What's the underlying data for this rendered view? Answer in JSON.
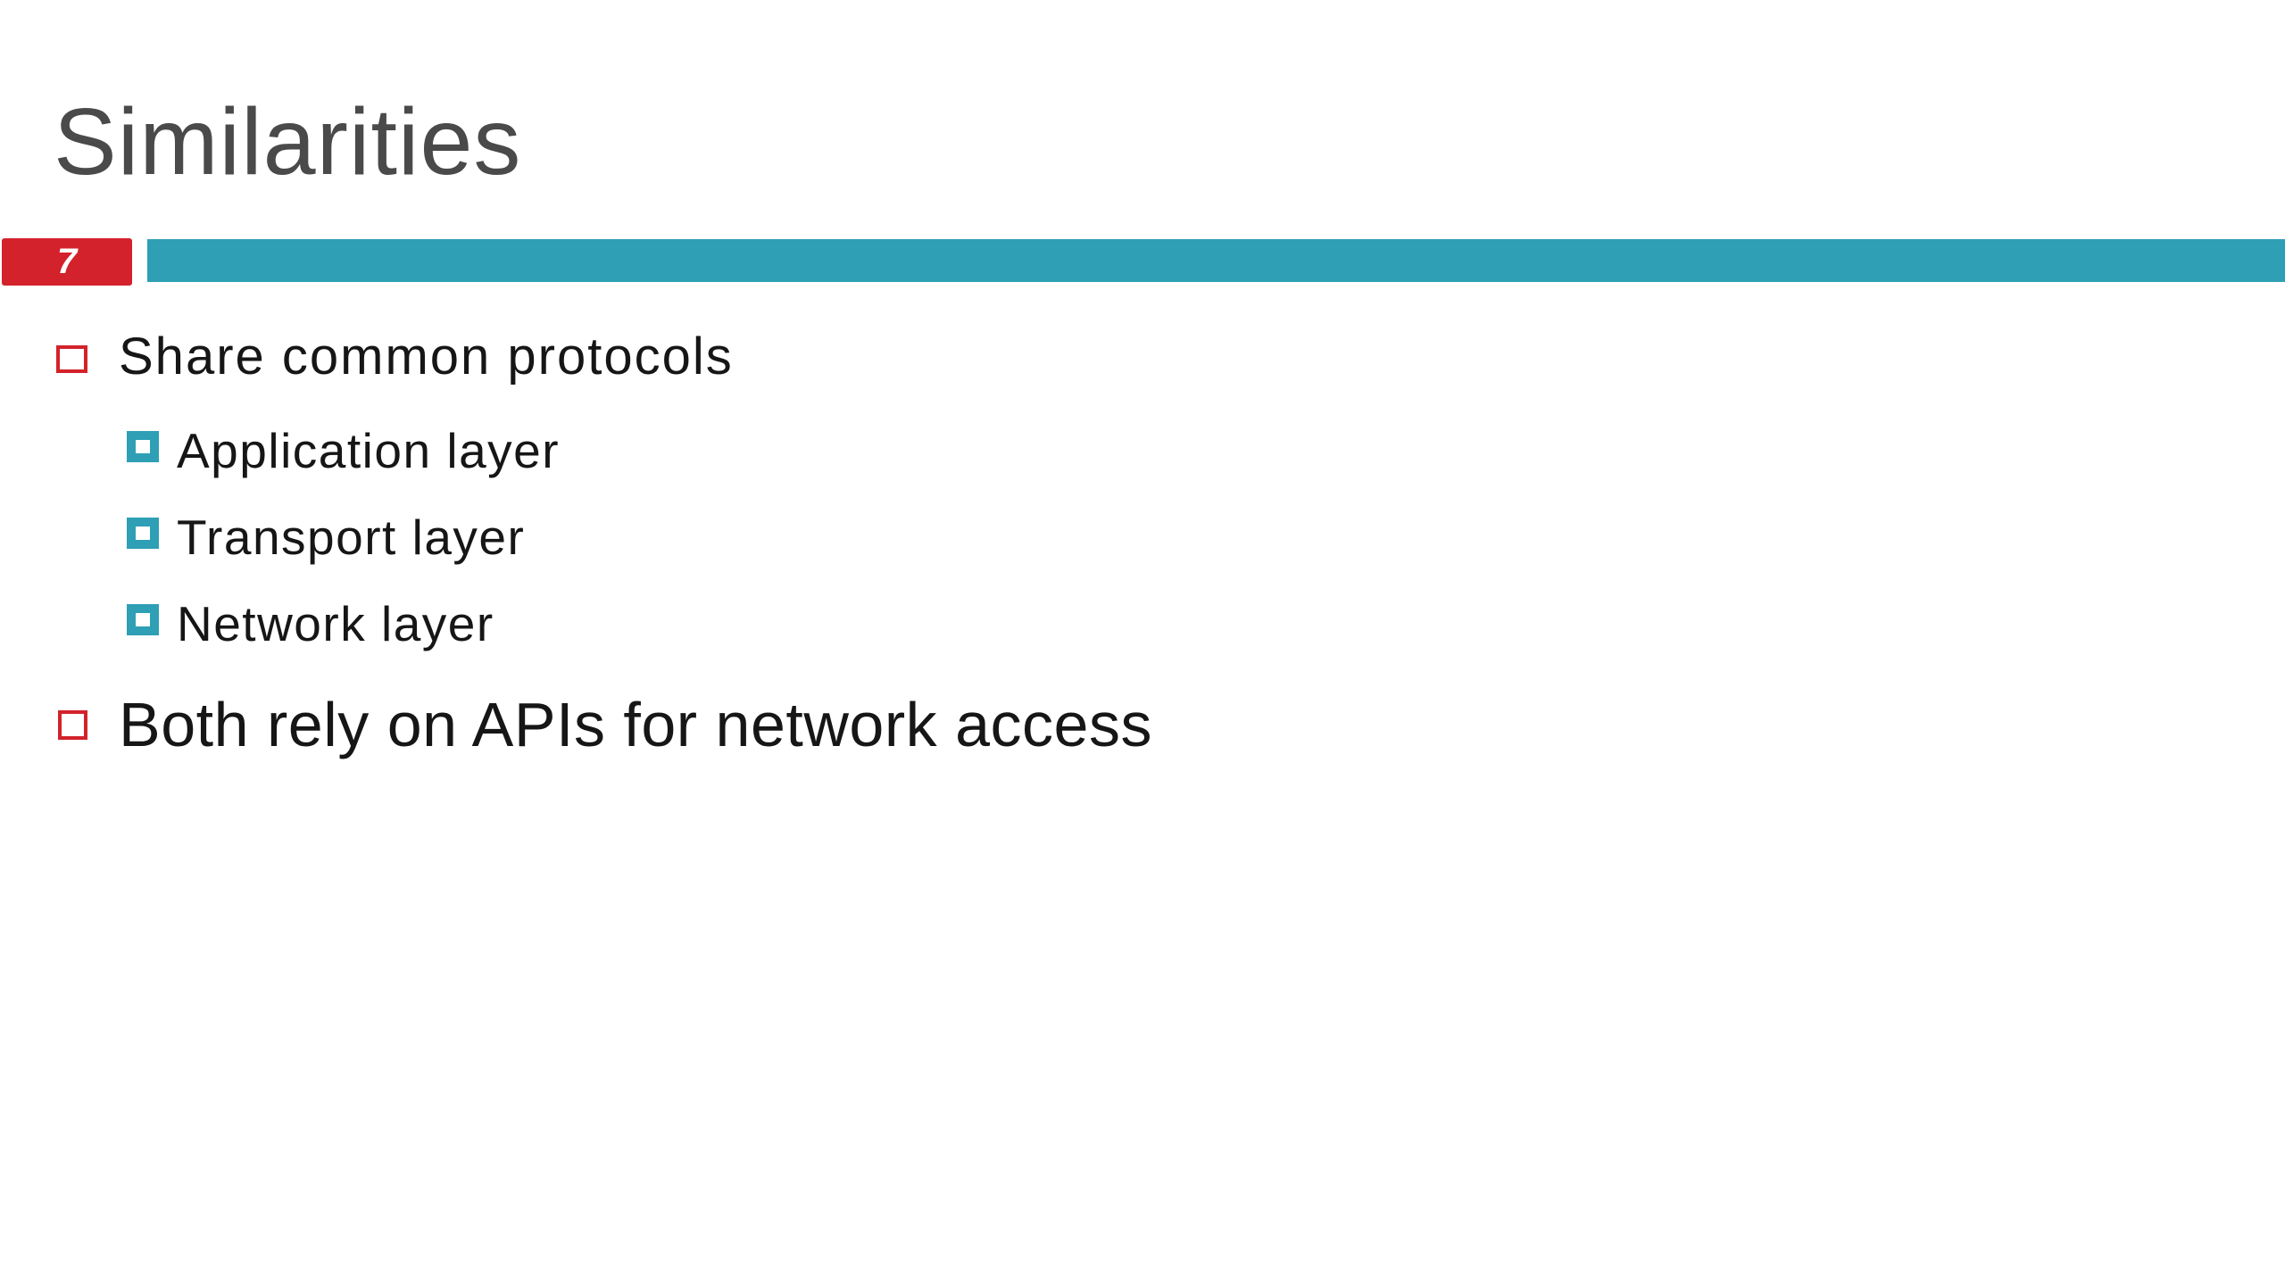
{
  "slide": {
    "title": "Similarities",
    "page_number": "7",
    "content": {
      "bullet1": "Share common protocols",
      "sub_bullets": [
        "Application layer",
        "Transport layer",
        "Network layer"
      ],
      "bullet2": "Both rely on APIs for network access"
    }
  },
  "icons": {
    "level1_bullet": "red-hollow-square-bullet-icon",
    "level2_bullet": "teal-framed-square-bullet-icon"
  },
  "colors": {
    "accent_red": "#D3222B",
    "accent_teal": "#2E9FB5",
    "title_gray": "#4A4A4A",
    "body_text": "#161616"
  }
}
